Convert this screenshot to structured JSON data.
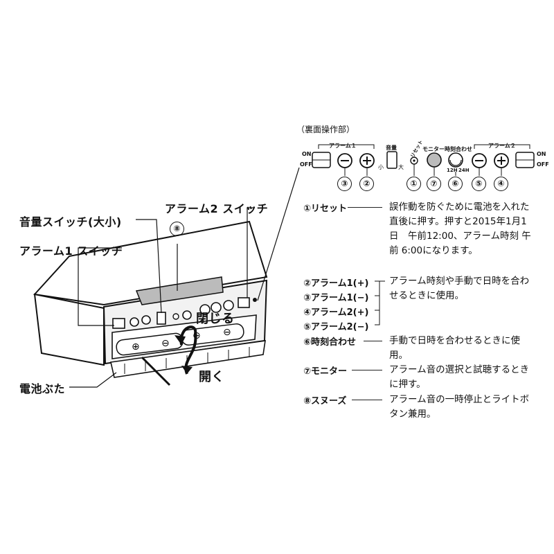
{
  "panel": {
    "title": "（裏面操作部）",
    "on": "ON",
    "off": "OFF",
    "alarm1": "アラーム１",
    "alarm2": "アラーム２",
    "volume": "音量",
    "vol_small": "小",
    "vol_large": "大",
    "reset": "リセット",
    "monitor": "モニター",
    "time_set": "時刻合わせ",
    "mode_12": "12H",
    "mode_24": "24H",
    "numbers": [
      "③",
      "②",
      "①",
      "⑦",
      "⑥",
      "⑤",
      "④"
    ]
  },
  "callouts": {
    "volume_switch": "音量スイッチ(大小)",
    "alarm2_switch": "アラーム2 スイッチ",
    "alarm1_switch": "アラーム1 スイッチ",
    "snooze_num": "⑧",
    "battery_cover": "電池ぶた",
    "close": "閉じる",
    "open": "開く"
  },
  "items": [
    {
      "label": "①リセット",
      "desc": "誤作動を防ぐために電池を入れた直後に押す。押すと2015年1月1日　午前12:00、アラーム時刻 午前 6:00になります。"
    },
    {
      "label": "②アラーム1(+)"
    },
    {
      "label": "③アラーム1(−)"
    },
    {
      "label": "④アラーム2(+)"
    },
    {
      "label": "⑤アラーム2(−)",
      "desc": "アラーム時刻や手動で日時を合わせるときに使用。"
    },
    {
      "label": "⑥時刻合わせ",
      "desc": "手動で日時を合わせるときに使用。"
    },
    {
      "label": "⑦モニター",
      "desc": "アラーム音の選択と試聴するときに押す。"
    },
    {
      "label": "⑧スヌーズ",
      "desc": "アラーム音の一時停止とライトボタン兼用。"
    }
  ]
}
